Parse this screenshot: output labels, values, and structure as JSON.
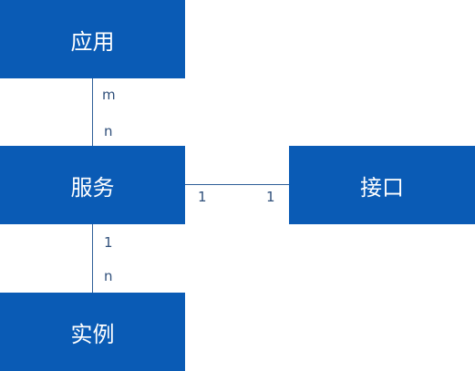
{
  "colors": {
    "node_fill": "#0a5bb5",
    "node_text": "#ffffff",
    "edge": "#2f5f98",
    "label": "#2f4f7a"
  },
  "nodes": {
    "app": {
      "label": "应用"
    },
    "service": {
      "label": "服务"
    },
    "api": {
      "label": "接口"
    },
    "instance": {
      "label": "实例"
    }
  },
  "edges": {
    "app_service": {
      "source_multiplicity": "m",
      "target_multiplicity": "n"
    },
    "service_instance": {
      "source_multiplicity": "1",
      "target_multiplicity": "n"
    },
    "service_api": {
      "source_multiplicity": "1",
      "target_multiplicity": "1"
    }
  }
}
